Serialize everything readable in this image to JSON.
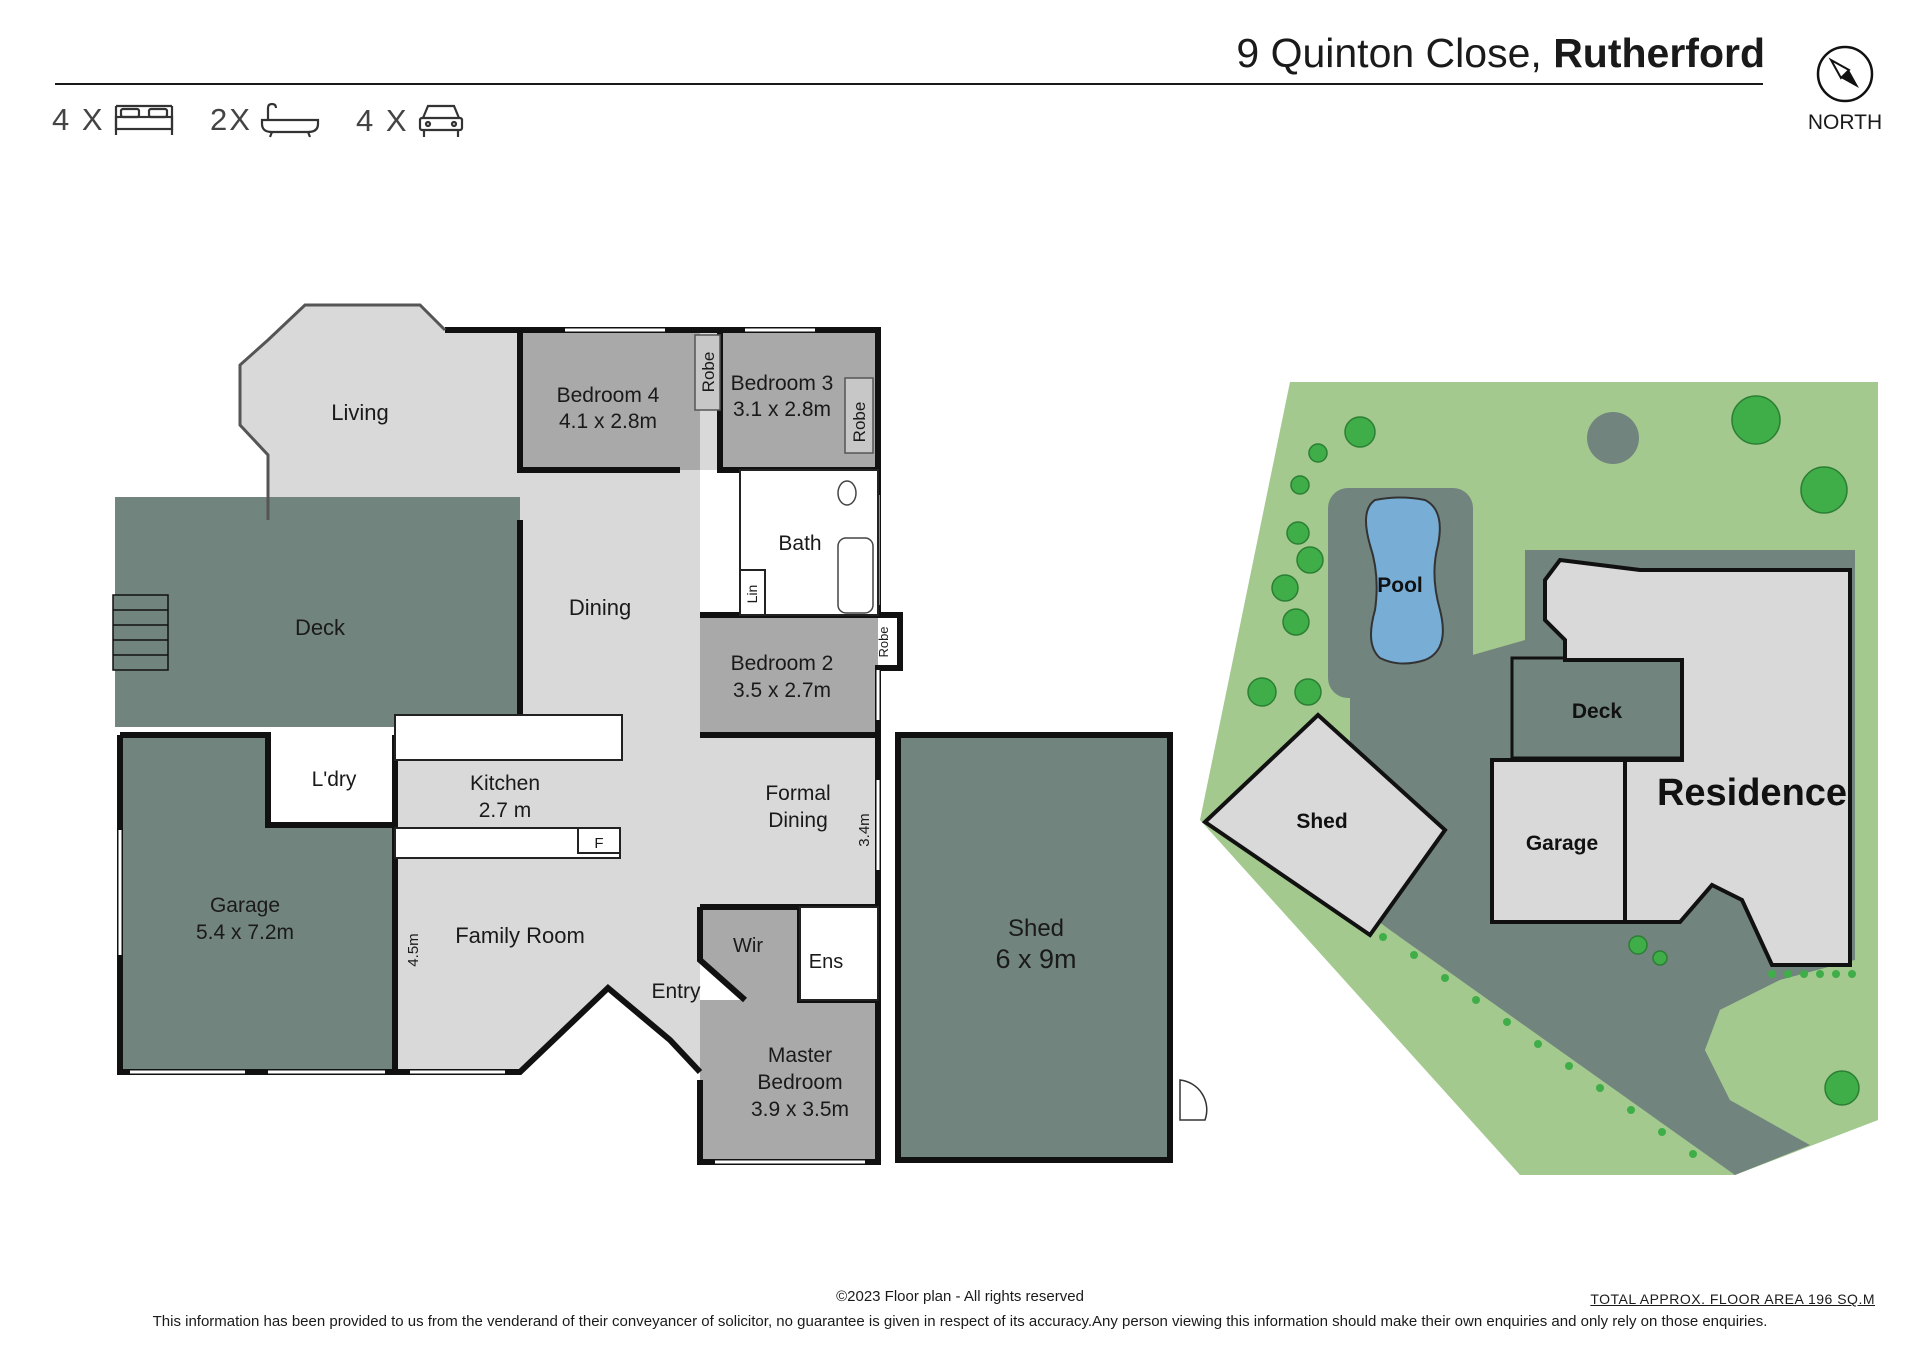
{
  "header": {
    "address_street": "9 Quinton Close,",
    "address_suburb": "Rutherford",
    "north_label": "NORTH"
  },
  "features": {
    "bed": {
      "count": "4 X",
      "icon": "bed-icon"
    },
    "bath": {
      "count": "2X",
      "icon": "bathtub-icon"
    },
    "car": {
      "count": "4 X",
      "icon": "car-icon"
    }
  },
  "rooms": {
    "living": "Living",
    "bedroom4": {
      "name": "Bedroom 4",
      "size": "4.1 x 2.8m"
    },
    "bedroom3": {
      "name": "Bedroom 3",
      "size": "3.1 x 2.8m"
    },
    "robe": "Robe",
    "bath": "Bath",
    "lin": "Lin",
    "dining": "Dining",
    "deck": "Deck",
    "bedroom2": {
      "name": "Bedroom 2",
      "size": "3.5 x 2.7m"
    },
    "laundry": "L'dry",
    "kitchen": {
      "name": "Kitchen",
      "size": "2.7 m"
    },
    "fridge": "F",
    "formal_dining": {
      "line1": "Formal",
      "line2": "Dining",
      "dim": "3.4m"
    },
    "garage": {
      "name": "Garage",
      "size": "5.4 x 7.2m"
    },
    "family_room": {
      "name": "Family Room",
      "dim": "4.5m"
    },
    "wir": "Wir",
    "ens": "Ens",
    "entry": "Entry",
    "master": {
      "line1": "Master",
      "line2": "Bedroom",
      "size": "3.9 x 3.5m"
    },
    "shed": {
      "name": "Shed",
      "size": "6 x 9m"
    }
  },
  "site": {
    "pool": "Pool",
    "deck": "Deck",
    "shed": "Shed",
    "garage": "Garage",
    "residence": "Residence"
  },
  "colors": {
    "room_light": "#d9d9d9",
    "room_mid": "#a9a9a9",
    "outdoor_dark": "#72847e",
    "lawn": "#a3c98e",
    "pool": "#78aed6",
    "tree": "#3fae49",
    "wall": "#111111"
  },
  "footer": {
    "copyright": "©2023 Floor plan  - All rights reserved",
    "total_area": "TOTAL APPROX. FLOOR AREA 196 SQ.M",
    "disclaimer": "This information has been provided to us from the venderand of their conveyancer of solicitor, no guarantee is given in respect of its accuracy.Any person viewing this information should make their own enquiries and only rely on those enquiries."
  }
}
